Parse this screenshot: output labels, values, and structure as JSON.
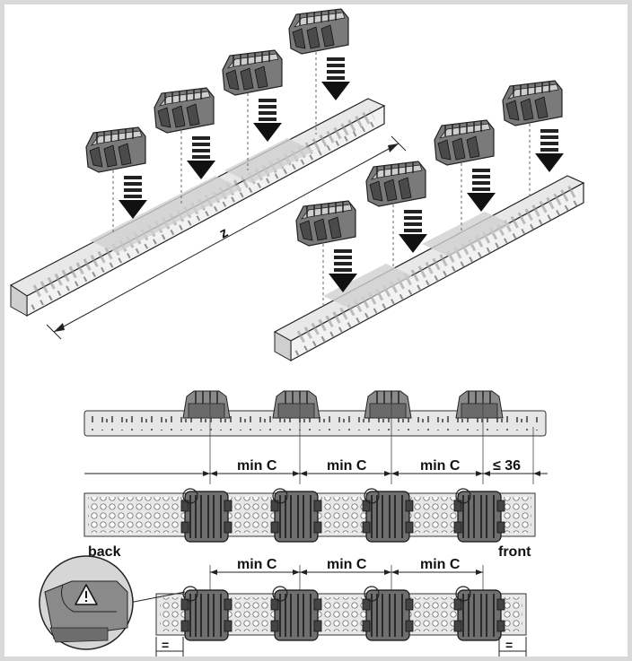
{
  "iso_view": {
    "length_label": "z"
  },
  "dimensions": {
    "top_row": [
      "min C",
      "min C",
      "min C"
    ],
    "top_end": "≤ 36",
    "bottom_row": [
      "min C",
      "min C",
      "min C"
    ],
    "equal_left": "=",
    "equal_right": "="
  },
  "side_labels": {
    "back": "back",
    "front": "front"
  },
  "icons": {
    "detail": "warning-triangle-icon",
    "arrow": "down-arrow-icon"
  }
}
